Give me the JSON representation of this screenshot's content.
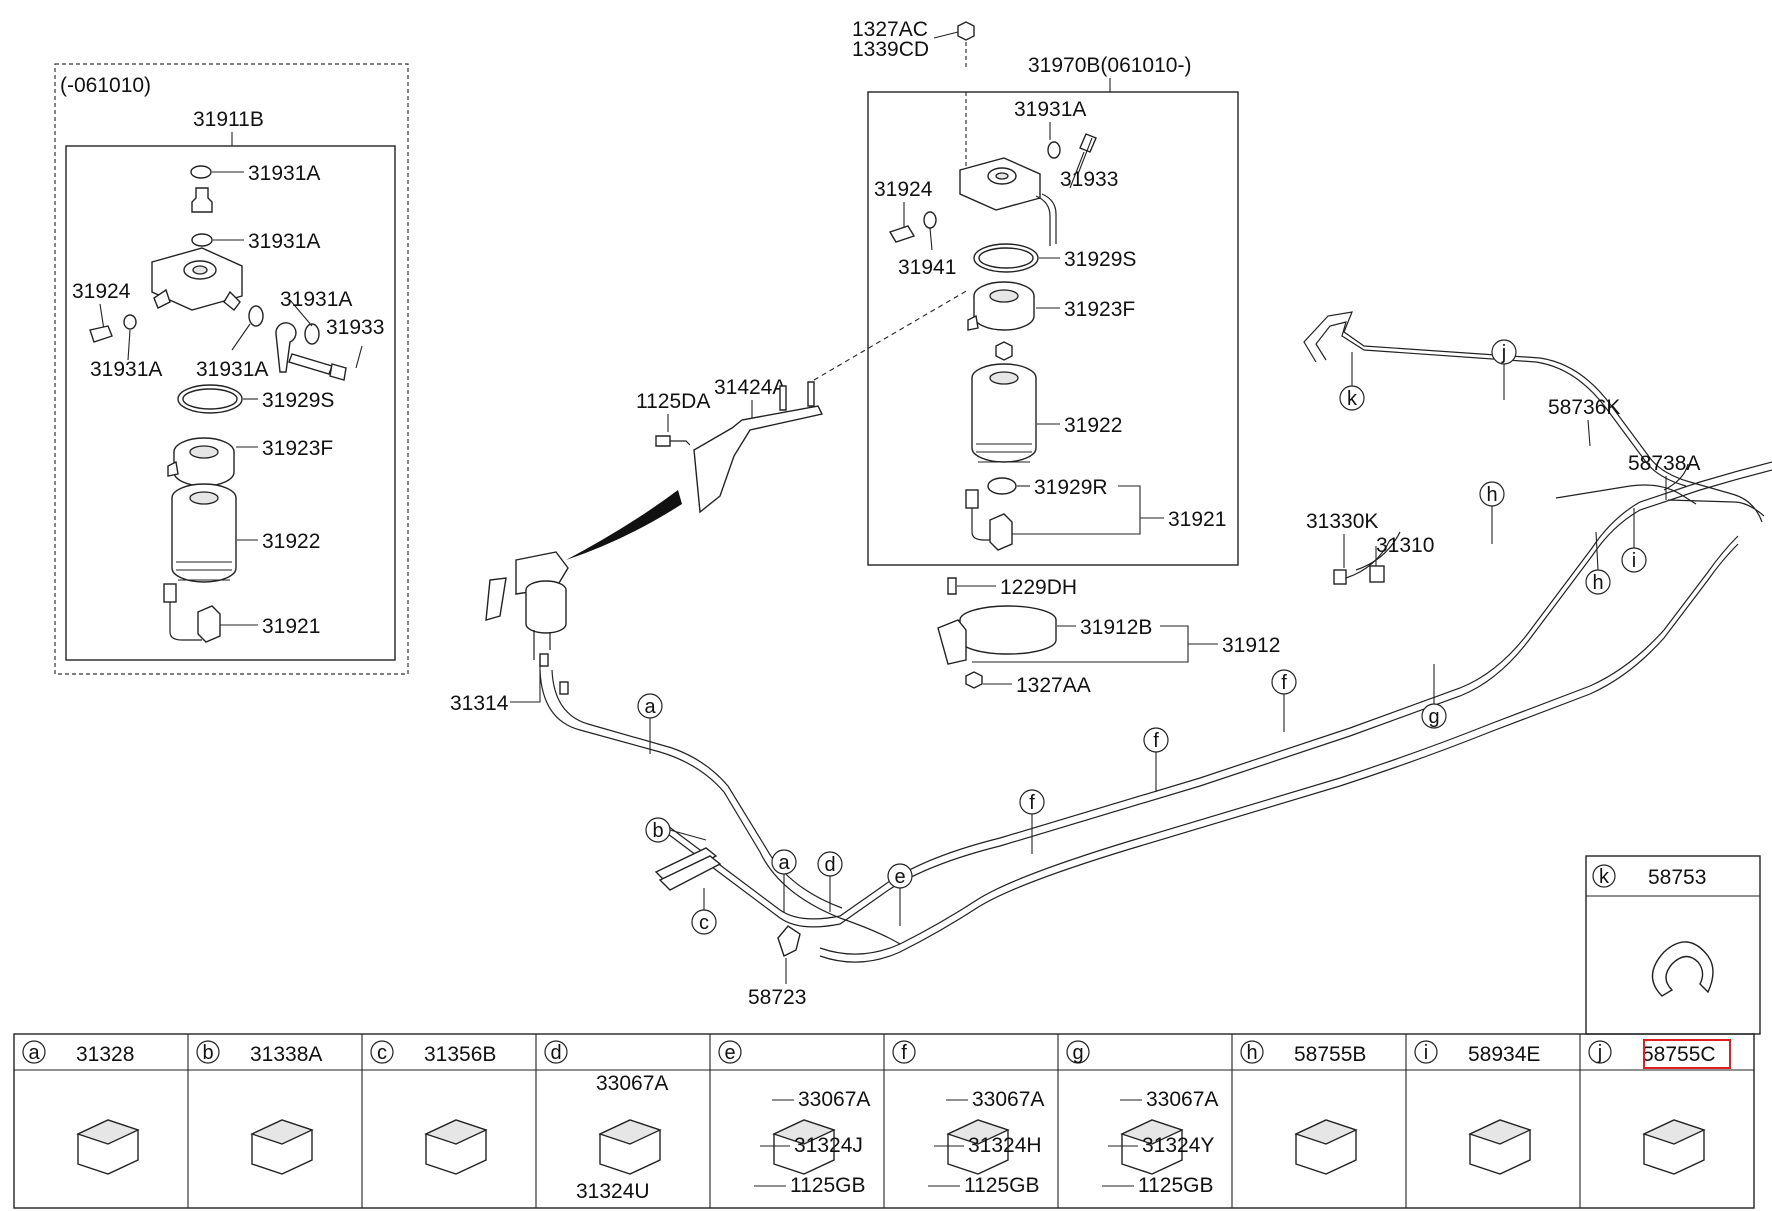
{
  "labels": {
    "old_range": "(-061010)",
    "old_assy": "31911B",
    "o1": "31931A",
    "o2": "31931A",
    "o3": "31931A",
    "o4": "31931A",
    "o5": "31931A",
    "o_924": "31924",
    "o_933": "31933",
    "o_929s": "31929S",
    "o_923f": "31923F",
    "o_922": "31922",
    "o_921": "31921",
    "top_a": "1327AC",
    "top_b": "1339CD",
    "new_assy": "31970B(061010-)",
    "n_931a": "31931A",
    "n_924": "31924",
    "n_933": "31933",
    "n_941": "31941",
    "n_929s": "31929S",
    "n_923f": "31923F",
    "n_922": "31922",
    "n_929r": "31929R",
    "n_921": "31921",
    "p_1125da": "1125DA",
    "p_31424a": "31424A",
    "p_1229dh": "1229DH",
    "p_31912b": "31912B",
    "p_31912": "31912",
    "p_1327aa": "1327AA",
    "p_31314": "31314",
    "p_58723": "58723",
    "p_31330k": "31330K",
    "p_31310": "31310",
    "p_58736k": "58736K",
    "p_58738a": "58738A"
  },
  "callouts": {
    "a1": "a",
    "a2": "a",
    "b": "b",
    "c": "c",
    "d": "d",
    "e": "e",
    "f1": "f",
    "f2": "f",
    "f3": "f",
    "g": "g",
    "h1": "h",
    "h2": "h",
    "i": "i",
    "j": "j",
    "k": "k"
  },
  "legend": {
    "k": {
      "letter": "k",
      "part": "58753"
    },
    "cells": [
      {
        "letter": "a",
        "part": "31328"
      },
      {
        "letter": "b",
        "part": "31338A"
      },
      {
        "letter": "c",
        "part": "31356B"
      },
      {
        "letter": "d",
        "part": ""
      },
      {
        "letter": "e",
        "part": ""
      },
      {
        "letter": "f",
        "part": ""
      },
      {
        "letter": "g",
        "part": ""
      },
      {
        "letter": "h",
        "part": "58755B"
      },
      {
        "letter": "i",
        "part": "58934E"
      },
      {
        "letter": "j",
        "part": "58755C"
      }
    ],
    "d_parts": [
      "33067A",
      "31324U"
    ],
    "e_parts": [
      "33067A",
      "31324J",
      "1125GB"
    ],
    "f_parts": [
      "33067A",
      "31324H",
      "1125GB"
    ],
    "g_parts": [
      "33067A",
      "31324Y",
      "1125GB"
    ]
  },
  "highlight": {
    "color": "#e02020",
    "target": "58755C"
  }
}
